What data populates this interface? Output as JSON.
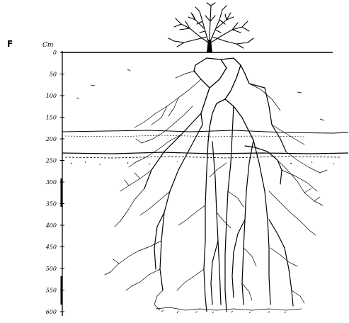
{
  "figure": {
    "corner_mark": "F",
    "axis": {
      "unit": "Cm",
      "ticks": [
        "0",
        "50",
        "100",
        "150",
        "200",
        "250",
        "300",
        "350",
        "400",
        "450",
        "500",
        "550",
        "600"
      ]
    }
  },
  "colors": {
    "ink": "#000000",
    "paper": "#ffffff"
  }
}
